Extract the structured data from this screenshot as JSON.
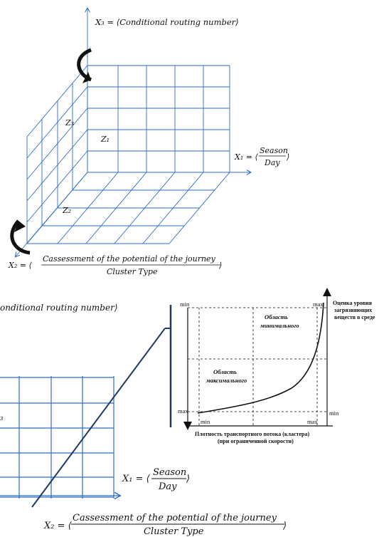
{
  "top": {
    "x3_label": "X₃ = ⟨Conditional routing number⟩",
    "x1_prefix": "X₁ = ⟨",
    "x1_numerator": "Season",
    "x1_denominator": "Day",
    "x1_suffix": "⟩",
    "x2_prefix": "X₂ = ⟨",
    "x2_numerator": "Cassessment of the potential of the journey",
    "x2_denominator": "Cluster Type",
    "x2_suffix": "⟩",
    "z1": "Z₁",
    "z2": "Z₂",
    "z3": "Z₃"
  },
  "bottom": {
    "x3_label_partial": "onditional routing number⟩",
    "z3_partial": "₃",
    "x1_prefix": "X₁ = ⟨",
    "x1_numerator": "Season",
    "x1_denominator": "Day",
    "x1_suffix": "⟩",
    "x2_prefix": "X₂ = ⟨",
    "x2_numerator": "Cassessment of the potential of the journey",
    "x2_denominator": "Cluster Type",
    "x2_suffix": "⟩"
  },
  "inset": {
    "y_label_lines": [
      "Оценка уровня",
      "загрязняющих",
      "веществ в среде"
    ],
    "x_label_lines": [
      "Плотность транспортного потока (кластера)",
      "(при ограниченной скорости)"
    ],
    "region_min_lines": [
      "Область",
      "минимального"
    ],
    "region_max_lines": [
      "Область",
      "максимального"
    ],
    "min_top_left": "min",
    "max_top_right": "max",
    "max_bottom_left": "max",
    "min_bottom_right": "min",
    "min_x_left": "min",
    "max_x_right": "max"
  },
  "colors": {
    "grid_blue": "#2d6cc5",
    "dark_blue": "#1f3a66",
    "black": "#111111"
  }
}
